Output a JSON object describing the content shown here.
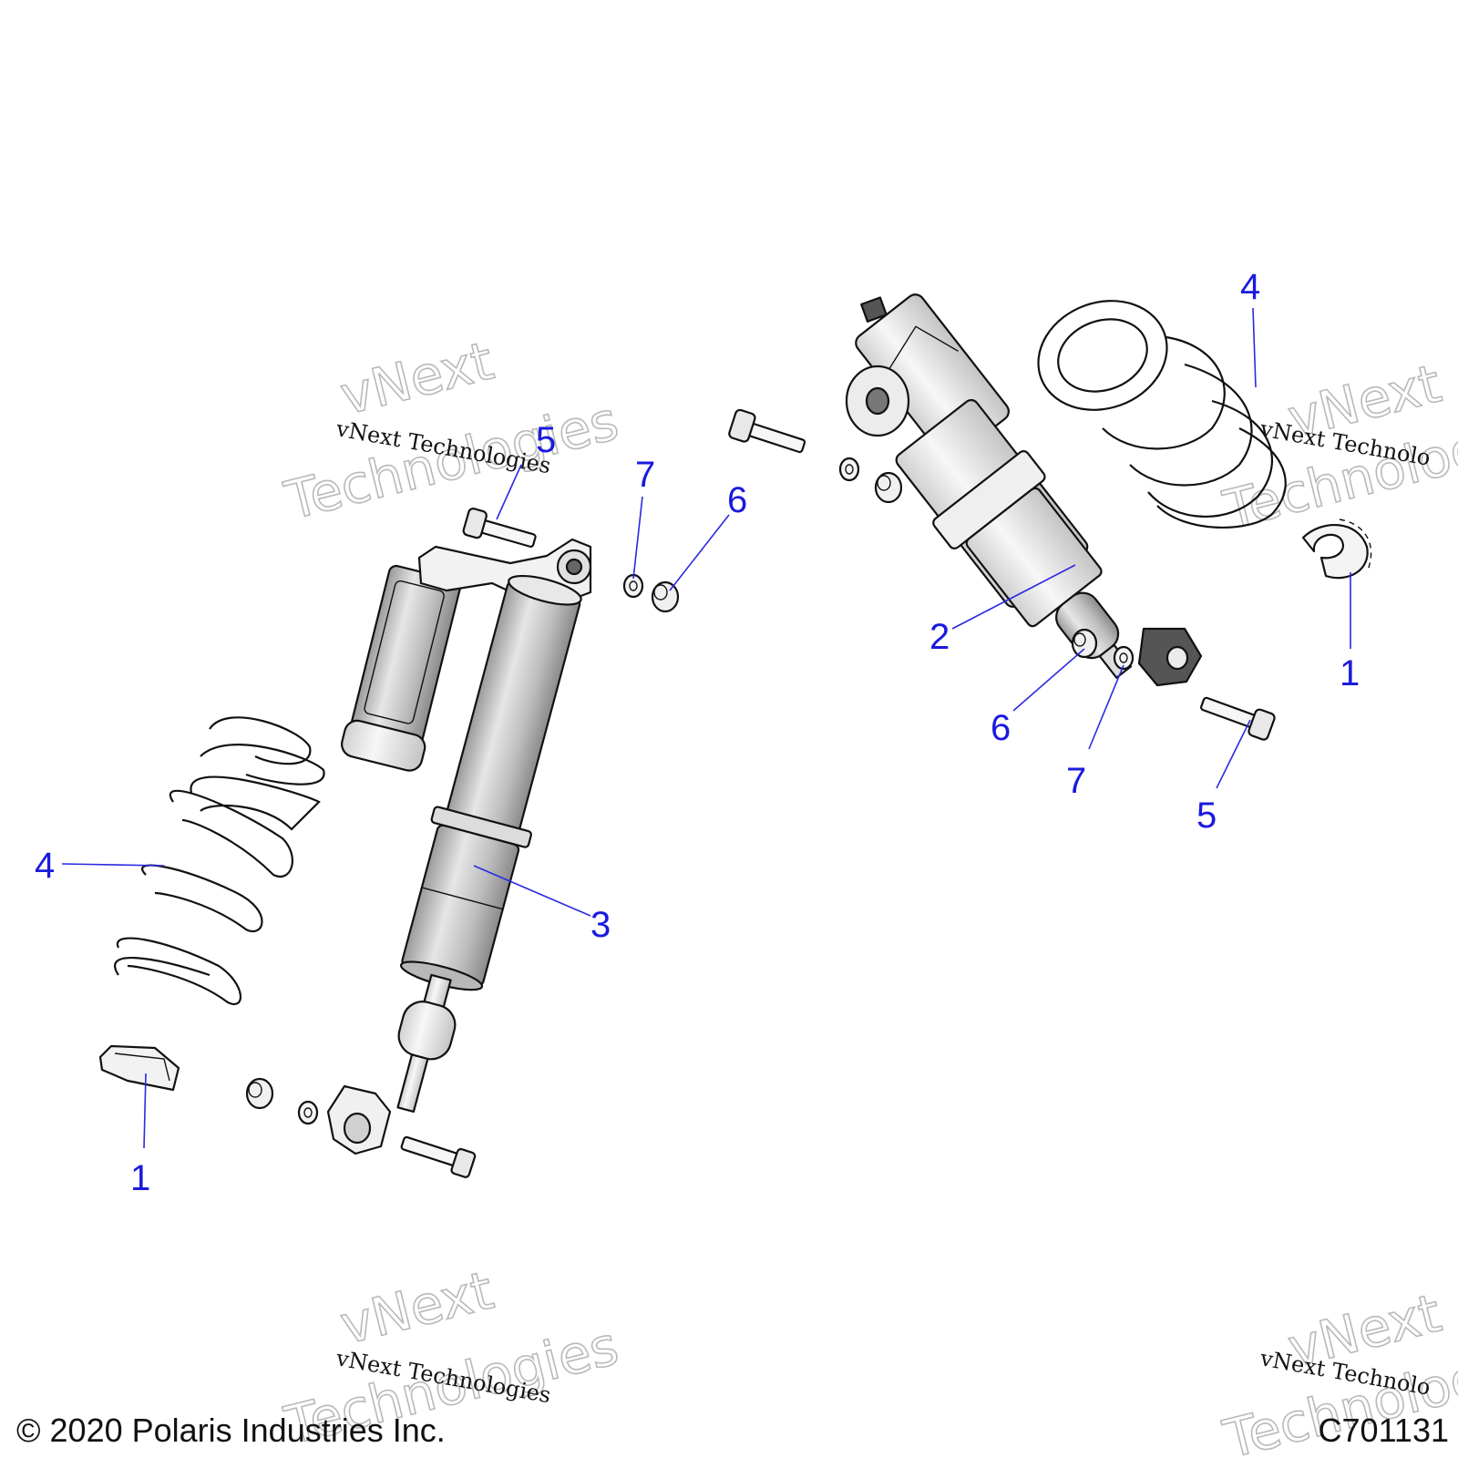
{
  "callouts": [
    {
      "id": "c1-left",
      "label": "1"
    },
    {
      "id": "c4-left",
      "label": "4"
    },
    {
      "id": "c3",
      "label": "3"
    },
    {
      "id": "c5-top",
      "label": "5"
    },
    {
      "id": "c7-top",
      "label": "7"
    },
    {
      "id": "c6-top",
      "label": "6"
    },
    {
      "id": "c4-right",
      "label": "4"
    },
    {
      "id": "c2",
      "label": "2"
    },
    {
      "id": "c1-right",
      "label": "1"
    },
    {
      "id": "c6-bottom",
      "label": "6"
    },
    {
      "id": "c7-bottom",
      "label": "7"
    },
    {
      "id": "c5-bottom",
      "label": "5"
    }
  ],
  "watermark": {
    "line": "vNext Technologies",
    "big_top": "vNext",
    "big_bottom": "Technologies",
    "big_top_right": "vNext",
    "big_bottom_right": "Technologies",
    "line_right": "vNext Technolo"
  },
  "footer": {
    "copyright": "© 2020 Polaris Industries Inc.",
    "code": "C701131"
  },
  "colors": {
    "callout": "#1a1adf",
    "part_fill": "#f4f4f4",
    "shock_body": "#c9c9c9",
    "line": "#111111"
  }
}
